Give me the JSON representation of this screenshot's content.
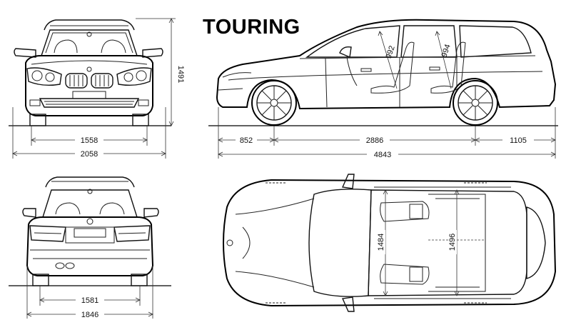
{
  "title": "TOURING",
  "dimensions": {
    "front_height": "1491",
    "front_track": "1558",
    "front_width": "2058",
    "front_overhang": "852",
    "wheelbase": "2886",
    "rear_overhang": "1105",
    "overall_length": "4843",
    "front_headroom": "992",
    "rear_headroom": "994",
    "rear_track": "1581",
    "rear_width": "1846",
    "front_interior_width": "1484",
    "rear_interior_width": "1496"
  }
}
